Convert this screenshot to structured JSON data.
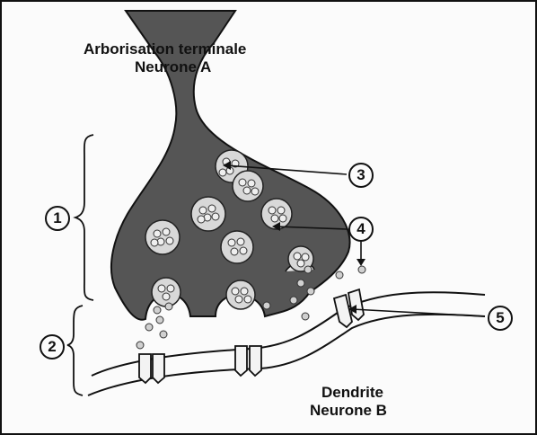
{
  "neurone_a": {
    "line1": "Arborisation terminale",
    "line2": "Neurone A"
  },
  "neurone_b": {
    "line1": "Dendrite",
    "line2": "Neurone B"
  },
  "markers": [
    "1",
    "2",
    "3",
    "4",
    "5"
  ],
  "colors": {
    "terminal_fill": "#555555",
    "vesicle_fill": "#d8d8d8",
    "ink": "#111111",
    "paper": "#fbfbfb"
  }
}
